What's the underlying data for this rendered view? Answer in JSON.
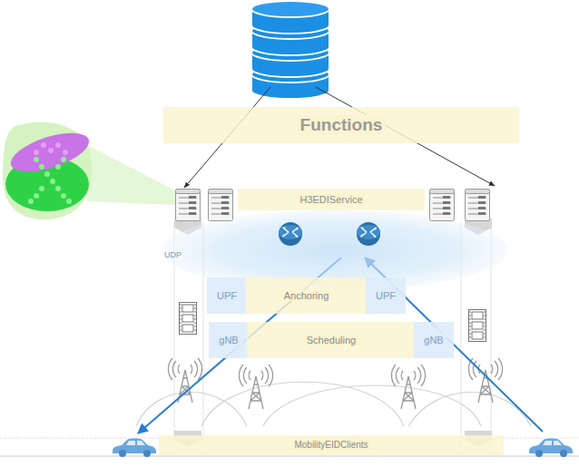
{
  "diagram": {
    "nodes": [
      {
        "text": [
          "Functions"
        ]
      },
      {
        "text": [
          "H3EDIService"
        ]
      },
      {
        "text": [
          "UDP"
        ]
      },
      {
        "text": [
          "UPF"
        ]
      },
      {
        "text": [
          "Anchoring"
        ]
      },
      {
        "text": [
          "UPF"
        ]
      },
      {
        "text": [
          "gNB"
        ]
      },
      {
        "text": [
          "Scheduling"
        ]
      },
      {
        "text": [
          "gNB"
        ]
      },
      {
        "text": [
          "MobilityEIDClients"
        ]
      }
    ]
  }
}
